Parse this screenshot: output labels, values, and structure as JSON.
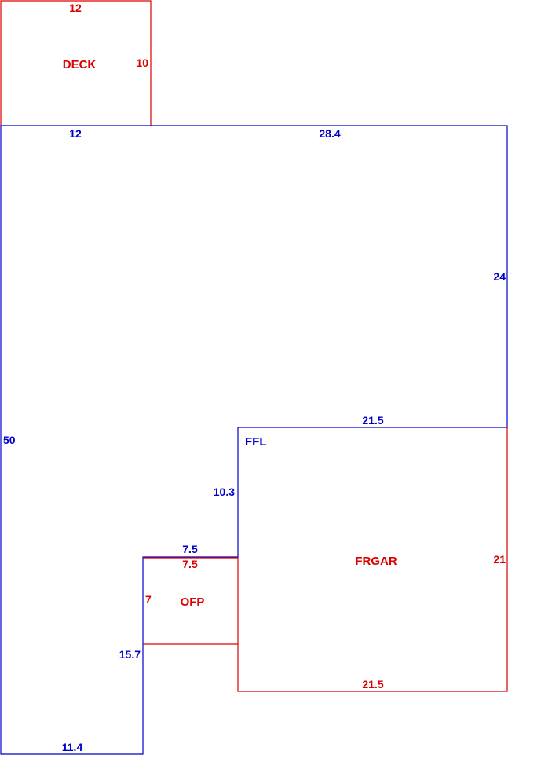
{
  "colors": {
    "living": "#0000cc",
    "attached": "#dd0000",
    "background": "#ffffff"
  },
  "areas": {
    "deck": {
      "name": "DECK"
    },
    "living": {
      "name": "FFL"
    },
    "garage": {
      "name": "FRGAR"
    },
    "porch": {
      "name": "OFP"
    }
  },
  "dimensions": {
    "deck_top": "12",
    "deck_right": "10",
    "living_top_left": "12",
    "living_top_right": "28.4",
    "living_right_upper": "24",
    "living_left": "50",
    "living_step_top": "21.5",
    "living_step_side": "10.3",
    "living_notch_top": "7.5",
    "living_notch_side": "15.7",
    "living_bottom": "11.4",
    "porch_top": "7.5",
    "porch_left": "7",
    "garage_right": "21",
    "garage_bottom": "21.5"
  }
}
